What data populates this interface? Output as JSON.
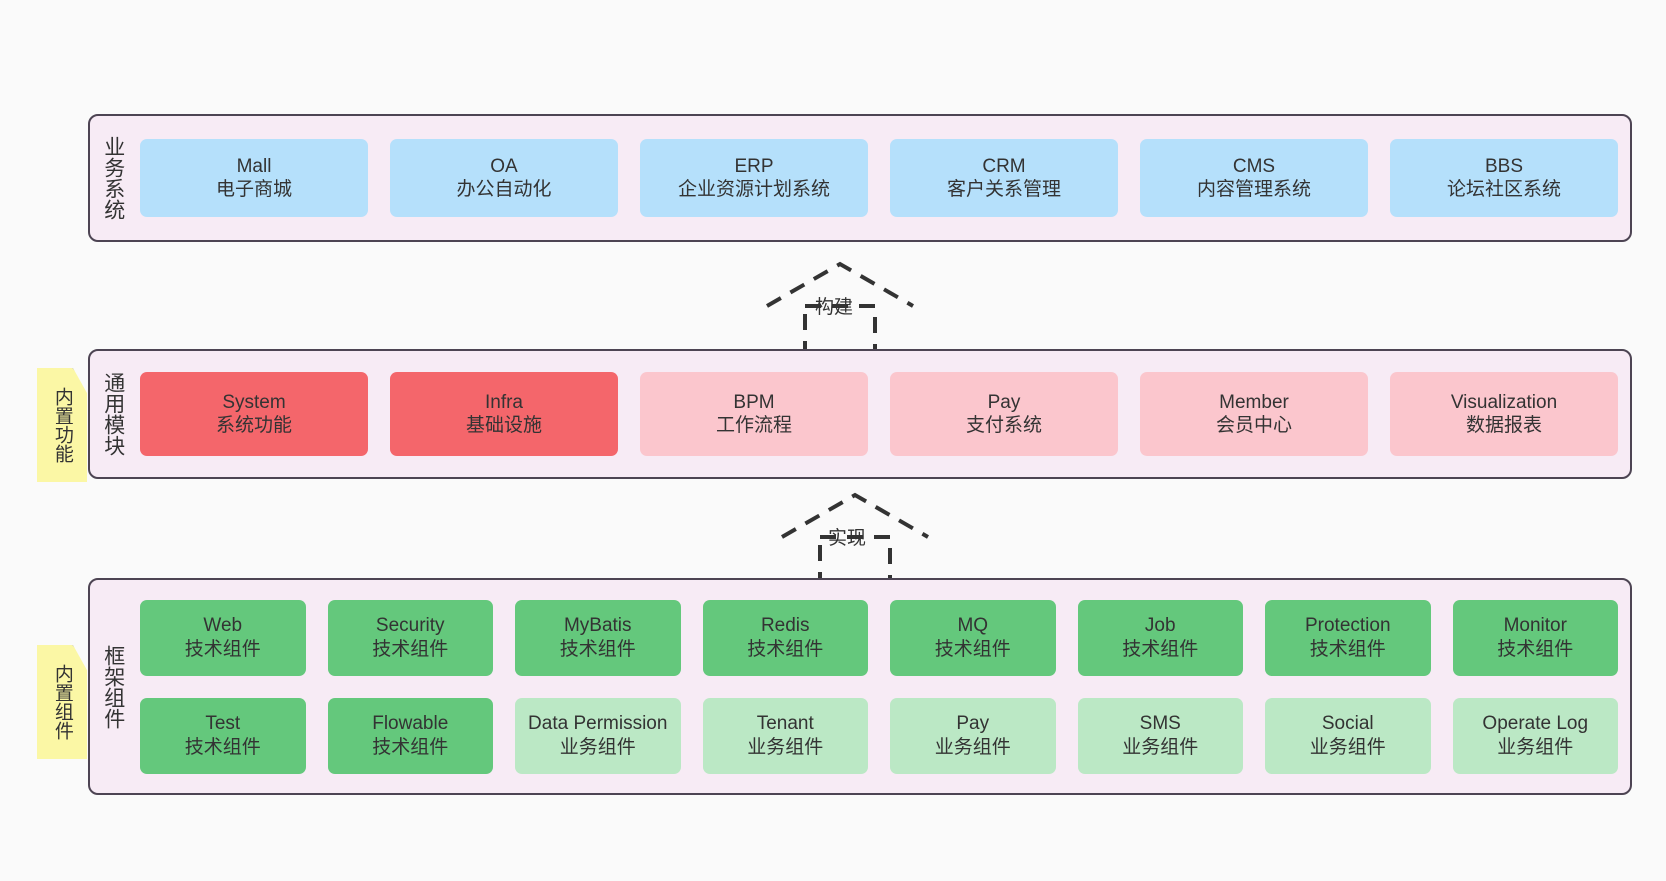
{
  "canvas": {
    "background": "#fafafa",
    "accent_border": "#4d4453",
    "layer_background": "#f7ebf5",
    "colors": {
      "business": "#b5e0fb",
      "module_strong": "#f4666b",
      "module_light": "#fbc6cd",
      "framework_tech": "#64c87c",
      "framework_business": "#bbe8c5",
      "note": "#fbf7a5",
      "note_fold": "#cfcfcf"
    }
  },
  "notes": [
    {
      "id": "builtin-function",
      "label": "内置功能"
    },
    {
      "id": "builtin-component",
      "label": "内置组件"
    }
  ],
  "arrows": [
    {
      "id": "build",
      "label": "构建",
      "style": "dashed-generalization-up"
    },
    {
      "id": "realize",
      "label": "实现",
      "style": "dashed-generalization-up"
    }
  ],
  "layers": {
    "business": {
      "title": "业务系统",
      "nodes": [
        {
          "en": "Mall",
          "cn": "电子商城"
        },
        {
          "en": "OA",
          "cn": "办公自动化"
        },
        {
          "en": "ERP",
          "cn": "企业资源计划系统"
        },
        {
          "en": "CRM",
          "cn": "客户关系管理"
        },
        {
          "en": "CMS",
          "cn": "内容管理系统"
        },
        {
          "en": "BBS",
          "cn": "论坛社区系统"
        }
      ]
    },
    "modules": {
      "title": "通用模块",
      "nodes": [
        {
          "en": "System",
          "cn": "系统功能",
          "variant": "strong"
        },
        {
          "en": "Infra",
          "cn": "基础设施",
          "variant": "strong"
        },
        {
          "en": "BPM",
          "cn": "工作流程",
          "variant": "light"
        },
        {
          "en": "Pay",
          "cn": "支付系统",
          "variant": "light"
        },
        {
          "en": "Member",
          "cn": "会员中心",
          "variant": "light"
        },
        {
          "en": "Visualization",
          "cn": "数据报表",
          "variant": "light"
        }
      ]
    },
    "framework": {
      "title": "框架组件",
      "row1": [
        {
          "en": "Web",
          "cn": "技术组件",
          "variant": "tech"
        },
        {
          "en": "Security",
          "cn": "技术组件",
          "variant": "tech"
        },
        {
          "en": "MyBatis",
          "cn": "技术组件",
          "variant": "tech"
        },
        {
          "en": "Redis",
          "cn": "技术组件",
          "variant": "tech"
        },
        {
          "en": "MQ",
          "cn": "技术组件",
          "variant": "tech"
        },
        {
          "en": "Job",
          "cn": "技术组件",
          "variant": "tech"
        },
        {
          "en": "Protection",
          "cn": "技术组件",
          "variant": "tech"
        },
        {
          "en": "Monitor",
          "cn": "技术组件",
          "variant": "tech"
        }
      ],
      "row2": [
        {
          "en": "Test",
          "cn": "技术组件",
          "variant": "tech"
        },
        {
          "en": "Flowable",
          "cn": "技术组件",
          "variant": "tech"
        },
        {
          "en": "Data Permission",
          "cn": "业务组件",
          "variant": "business"
        },
        {
          "en": "Tenant",
          "cn": "业务组件",
          "variant": "business"
        },
        {
          "en": "Pay",
          "cn": "业务组件",
          "variant": "business"
        },
        {
          "en": "SMS",
          "cn": "业务组件",
          "variant": "business"
        },
        {
          "en": "Social",
          "cn": "业务组件",
          "variant": "business"
        },
        {
          "en": "Operate Log",
          "cn": "业务组件",
          "variant": "business"
        }
      ]
    }
  }
}
